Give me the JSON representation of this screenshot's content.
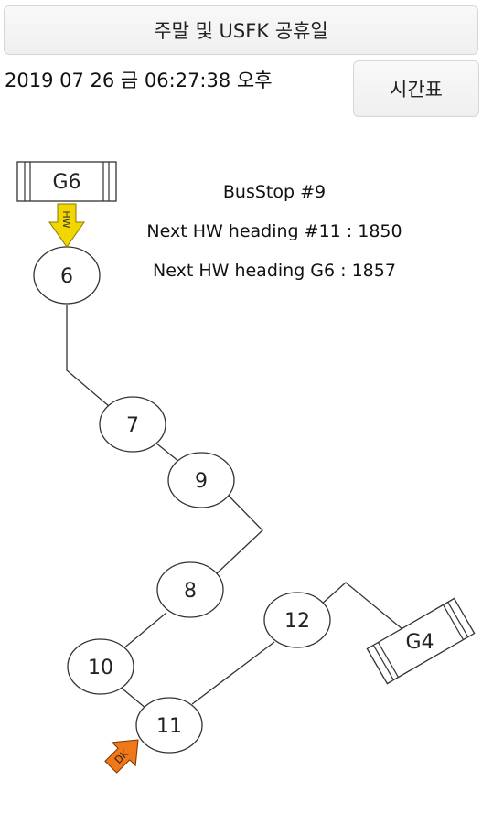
{
  "header": {
    "banner_label": "주말 및 USFK 공휴일",
    "datetime": "2019 07 26 금 06:27:38 오후",
    "schedule_label": "시간표"
  },
  "info": {
    "bus_stop": "BusStop #9",
    "next_1": "Next HW heading #11 : 1850",
    "next_2": "Next HW heading G6 : 1857"
  },
  "route_map": {
    "gates": [
      {
        "id": "g6",
        "label": "G6"
      },
      {
        "id": "g4",
        "label": "G4"
      }
    ],
    "stops": [
      {
        "id": "6",
        "label": "6"
      },
      {
        "id": "7",
        "label": "7"
      },
      {
        "id": "9",
        "label": "9"
      },
      {
        "id": "8",
        "label": "8"
      },
      {
        "id": "10",
        "label": "10"
      },
      {
        "id": "11",
        "label": "11"
      },
      {
        "id": "12",
        "label": "12"
      }
    ],
    "markers": [
      {
        "id": "hw",
        "label": "HW",
        "color": "#f2d600"
      },
      {
        "id": "dk",
        "label": "DK",
        "color": "#f07818"
      }
    ],
    "route_color": "#333333"
  }
}
